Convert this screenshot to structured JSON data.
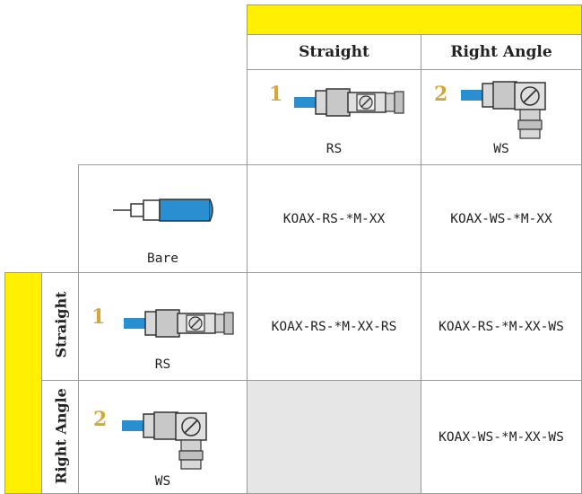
{
  "columns": [
    {
      "title": "Straight",
      "number": "1",
      "code": "RS"
    },
    {
      "title": "Right Angle",
      "number": "2",
      "code": "WS"
    }
  ],
  "rows": [
    {
      "title": "Straight",
      "number": "1",
      "code": "RS"
    },
    {
      "title": "Right Angle",
      "number": "2",
      "code": "WS"
    }
  ],
  "bare": {
    "label": "Bare"
  },
  "cells": {
    "bare_straight": "KOAX-RS-*M-XX",
    "bare_right": "KOAX-WS-*M-XX",
    "straight_straight": "KOAX-RS-*M-XX-RS",
    "straight_right": "KOAX-RS-*M-XX-WS",
    "right_straight": "",
    "right_right": "KOAX-WS-*M-XX-WS"
  },
  "colors": {
    "yellow": "#ffef00",
    "number": "#d4a73c",
    "cable": "#2a8fd0",
    "empty_cell": "#e6e6e6"
  },
  "icons": [
    "straight-connector-icon",
    "right-angle-connector-icon",
    "bare-cable-icon"
  ]
}
